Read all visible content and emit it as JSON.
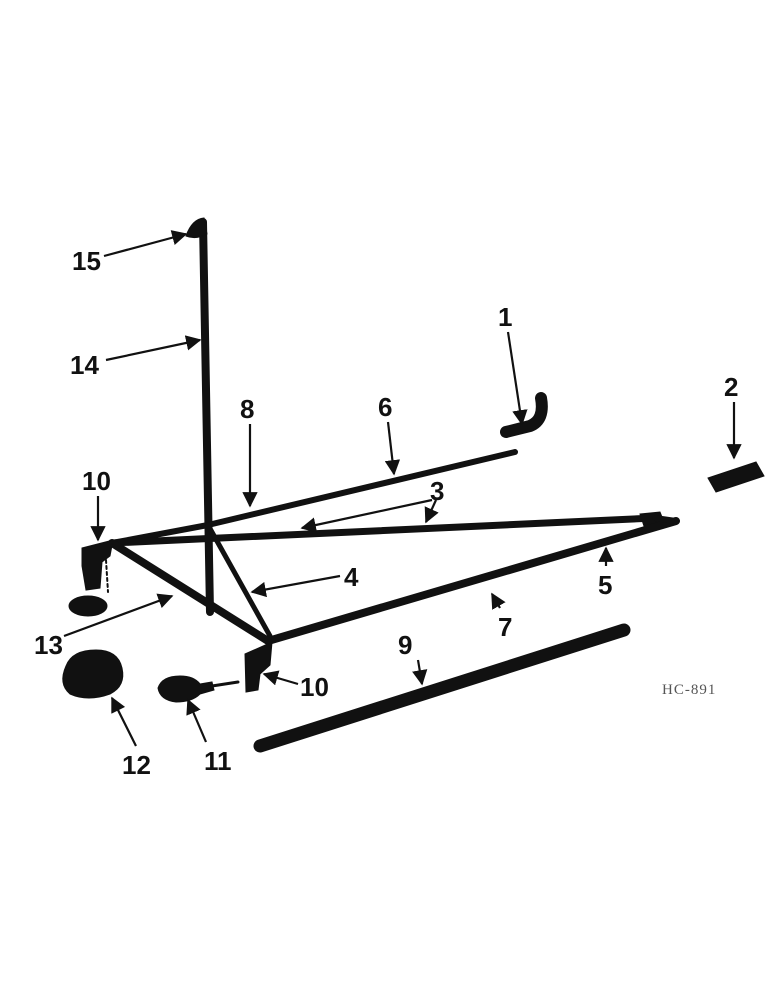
{
  "figure_code": "HC-891",
  "callouts": {
    "c1": "1",
    "c2": "2",
    "c3": "3",
    "c4": "4",
    "c5": "5",
    "c6": "6",
    "c7": "7",
    "c8": "8",
    "c9": "9",
    "c10a": "10",
    "c10b": "10",
    "c11": "11",
    "c12": "12",
    "c13": "13",
    "c14": "14",
    "c15": "15"
  },
  "colors": {
    "ink": "#111111",
    "paper": "#ffffff"
  }
}
